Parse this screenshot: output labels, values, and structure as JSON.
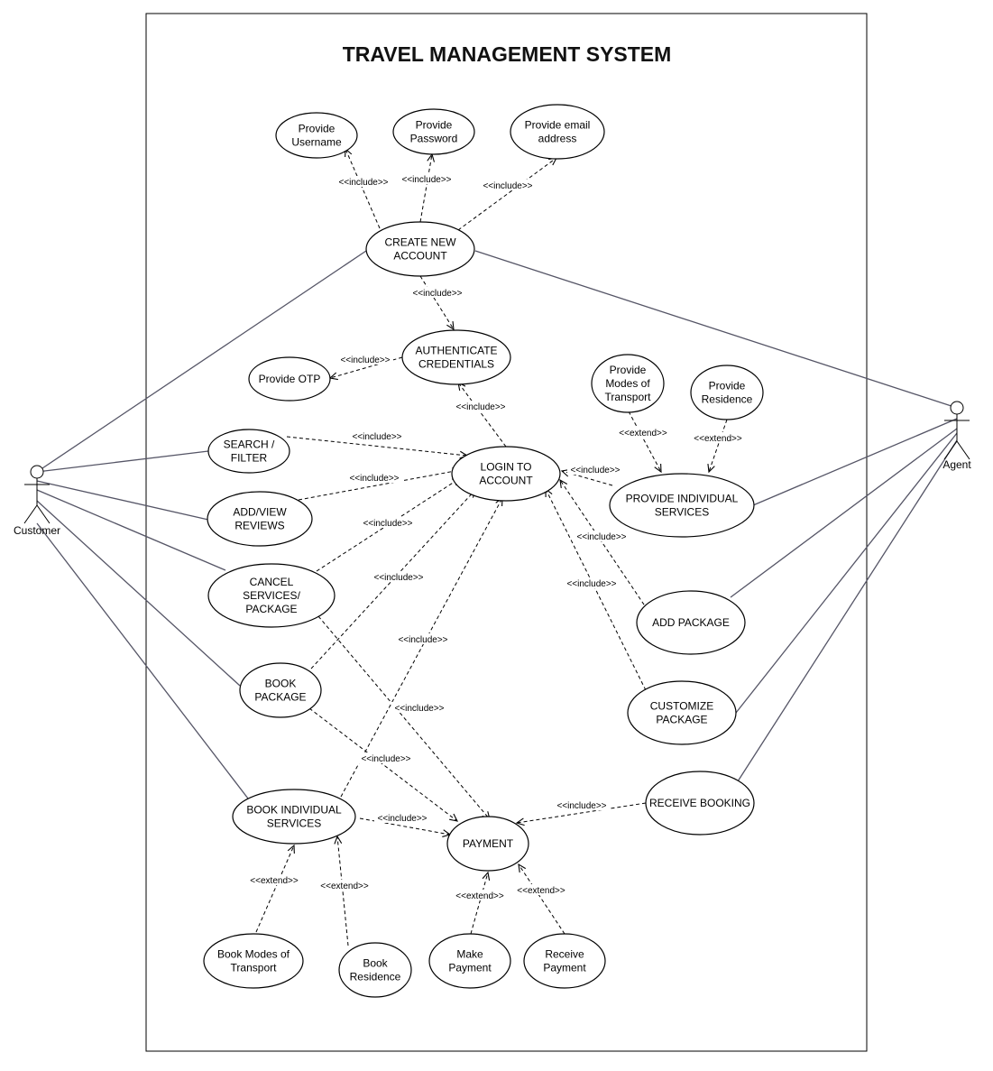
{
  "title": "TRAVEL MANAGEMENT SYSTEM",
  "actors": {
    "customer": "Customer",
    "agent": "Agent"
  },
  "use_cases": {
    "provide_username": [
      "Provide",
      "Username"
    ],
    "provide_password": [
      "Provide",
      "Password"
    ],
    "provide_email": [
      "Provide email",
      "address"
    ],
    "create_account": [
      "CREATE NEW",
      "ACCOUNT"
    ],
    "authenticate": [
      "AUTHENTICATE",
      "CREDENTIALS"
    ],
    "provide_otp": [
      "Provide OTP"
    ],
    "search_filter": [
      "SEARCH /",
      "FILTER"
    ],
    "add_view_reviews": [
      "ADD/VIEW",
      "REVIEWS"
    ],
    "cancel_services": [
      "CANCEL",
      "SERVICES/",
      "PACKAGE"
    ],
    "book_package": [
      "BOOK",
      "PACKAGE"
    ],
    "book_individual": [
      "BOOK INDIVIDUAL",
      "SERVICES"
    ],
    "login": [
      "LOGIN TO",
      "ACCOUNT"
    ],
    "payment": [
      "PAYMENT"
    ],
    "provide_modes": [
      "Provide",
      "Modes of",
      "Transport"
    ],
    "provide_residence": [
      "Provide",
      "Residence"
    ],
    "provide_individual": [
      "PROVIDE INDIVIDUAL",
      "SERVICES"
    ],
    "add_package": [
      "ADD PACKAGE"
    ],
    "customize_package": [
      "CUSTOMIZE",
      "PACKAGE"
    ],
    "receive_booking": [
      "RECEIVE BOOKING"
    ],
    "book_modes": [
      "Book Modes of",
      "Transport"
    ],
    "book_residence": [
      "Book",
      "Residence"
    ],
    "make_payment": [
      "Make",
      "Payment"
    ],
    "receive_payment": [
      "Receive",
      "Payment"
    ]
  },
  "associations": [
    {
      "actor": "customer",
      "use_case": "create_account"
    },
    {
      "actor": "customer",
      "use_case": "search_filter"
    },
    {
      "actor": "customer",
      "use_case": "add_view_reviews"
    },
    {
      "actor": "customer",
      "use_case": "cancel_services"
    },
    {
      "actor": "customer",
      "use_case": "book_package"
    },
    {
      "actor": "customer",
      "use_case": "book_individual"
    },
    {
      "actor": "agent",
      "use_case": "create_account"
    },
    {
      "actor": "agent",
      "use_case": "provide_individual"
    },
    {
      "actor": "agent",
      "use_case": "add_package"
    },
    {
      "actor": "agent",
      "use_case": "customize_package"
    },
    {
      "actor": "agent",
      "use_case": "receive_booking"
    }
  ],
  "relationships": [
    {
      "from": "create_account",
      "to": "provide_username",
      "label": "<<include>>"
    },
    {
      "from": "create_account",
      "to": "provide_password",
      "label": "<<include>>"
    },
    {
      "from": "create_account",
      "to": "provide_email",
      "label": "<<include>>"
    },
    {
      "from": "create_account",
      "to": "authenticate",
      "label": "<<include>>"
    },
    {
      "from": "authenticate",
      "to": "provide_otp",
      "label": "<<include>>"
    },
    {
      "from": "login",
      "to": "authenticate",
      "label": "<<include>>"
    },
    {
      "from": "search_filter",
      "to": "login",
      "label": "<<include>>"
    },
    {
      "from": "add_view_reviews",
      "to": "login",
      "label": "<<include>>"
    },
    {
      "from": "cancel_services",
      "to": "login",
      "label": "<<include>>"
    },
    {
      "from": "book_package",
      "to": "login",
      "label": "<<include>>"
    },
    {
      "from": "book_individual",
      "to": "login",
      "label": "<<include>>"
    },
    {
      "from": "provide_individual",
      "to": "login",
      "label": "<<include>>"
    },
    {
      "from": "add_package",
      "to": "login",
      "label": "<<include>>"
    },
    {
      "from": "customize_package",
      "to": "login",
      "label": "<<include>>"
    },
    {
      "from": "provide_modes",
      "to": "provide_individual",
      "label": "<<extend>>"
    },
    {
      "from": "provide_residence",
      "to": "provide_individual",
      "label": "<<extend>>"
    },
    {
      "from": "cancel_services",
      "to": "payment",
      "label": "<<include>>"
    },
    {
      "from": "book_package",
      "to": "payment",
      "label": "<<include>>"
    },
    {
      "from": "book_individual",
      "to": "payment",
      "label": "<<include>>"
    },
    {
      "from": "receive_booking",
      "to": "payment",
      "label": "<<include>>"
    },
    {
      "from": "book_modes",
      "to": "book_individual",
      "label": "<<extend>>"
    },
    {
      "from": "book_residence",
      "to": "book_individual",
      "label": "<<extend>>"
    },
    {
      "from": "make_payment",
      "to": "payment",
      "label": "<<extend>>"
    },
    {
      "from": "receive_payment",
      "to": "payment",
      "label": "<<extend>>"
    }
  ]
}
